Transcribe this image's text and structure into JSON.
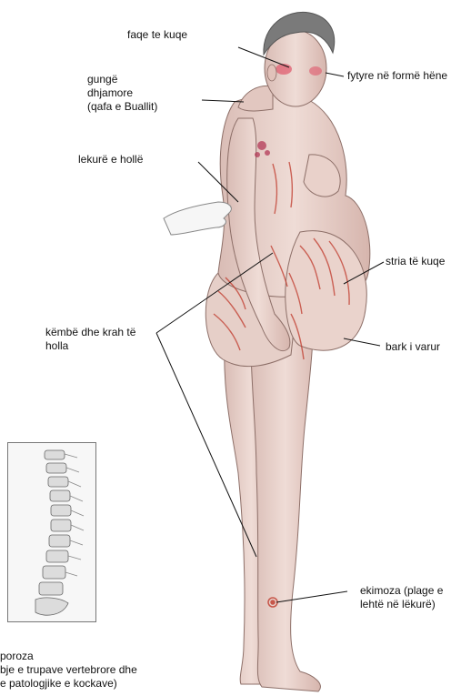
{
  "labels": {
    "red_cheeks": "faqe te kuqe",
    "moon_face": "fytyre në formë hëne",
    "buffalo_hump": [
      "gungë",
      "dhjamore",
      "(qafa e Buallit)"
    ],
    "thin_skin": "lekurë e hollë",
    "red_striae": "stria të kuqe",
    "thin_limbs": [
      "këmbë dhe krah të",
      "holla"
    ],
    "hanging_belly": "bark i varur",
    "ecchymosis": [
      "ekimoza (plage e",
      "lehtë në lëkurë)"
    ],
    "osteoporosis": [
      "poroza",
      "bje e trupave vertebrore dhe",
      "e patologjike e kockave)"
    ]
  },
  "colors": {
    "skin": "#ecd6d0",
    "skin_shadow": "#c9a8a0",
    "striae": "#c0392b",
    "blush": "#e0566a",
    "hair": "#7a7a7a",
    "line": "#111111"
  }
}
